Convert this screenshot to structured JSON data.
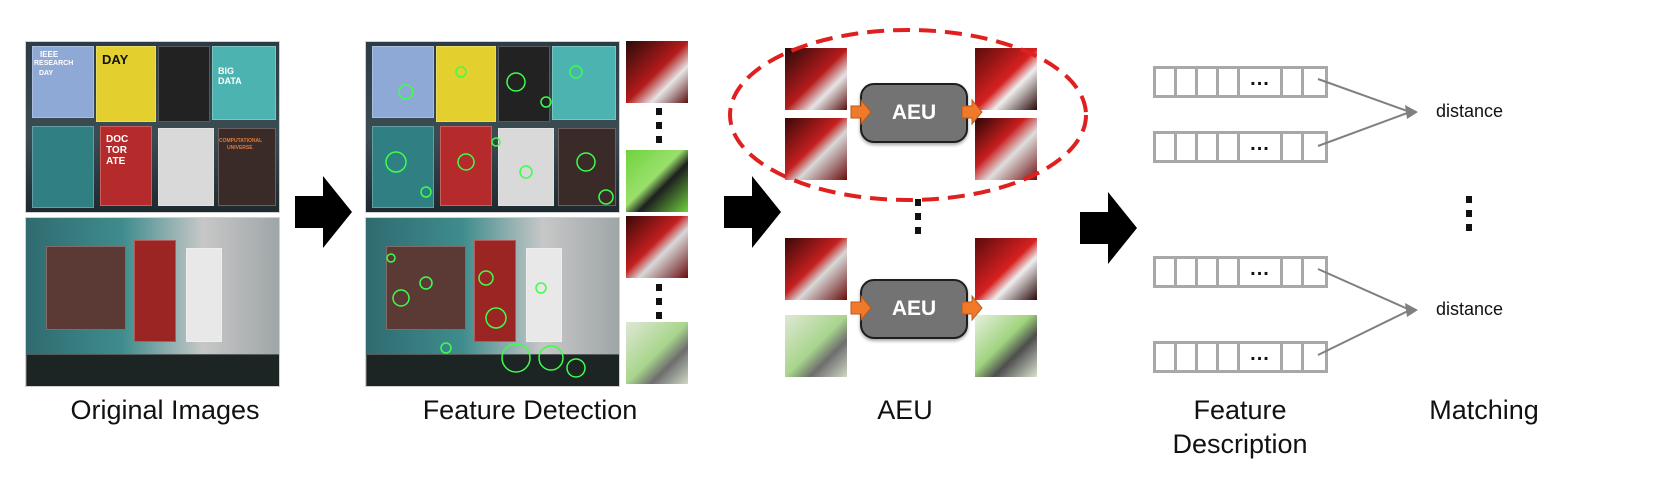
{
  "stages": {
    "original": "Original Images",
    "detection": "Feature Detection",
    "aeu": "AEU",
    "description_line1": "Feature",
    "description_line2": "Description",
    "matching": "Matching"
  },
  "aeu_unit": {
    "label": "AEU"
  },
  "poster_texts": [
    "IEEE",
    "RESEARCH",
    "DAY",
    "DAY",
    "BIG DATA",
    "DOC",
    "TOR",
    "ATE",
    "COMPUTATIONAL",
    "UNIVERSE"
  ],
  "descriptor": {
    "ellipsis": "..."
  },
  "matching": {
    "distance_label": "distance"
  },
  "colors": {
    "aeu_box": "#737373",
    "ellipse": "#e0201e",
    "small_arrow": "#f07a2a",
    "descriptor_gray": "#a8a8a8",
    "match_line": "#808080"
  }
}
